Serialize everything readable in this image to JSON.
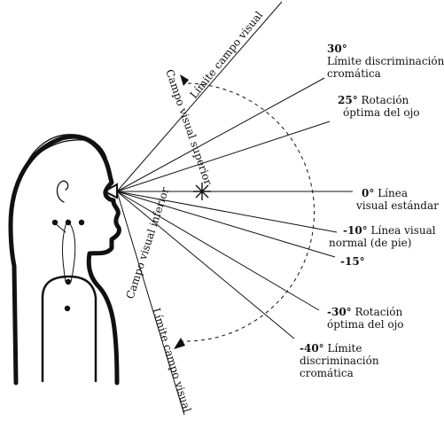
{
  "colors": {
    "ink": "#111111",
    "background": "#ffffff"
  },
  "angles": [
    {
      "value": "30°",
      "line1": "Límite discriminación",
      "line2": "cromática"
    },
    {
      "value": "25°",
      "line1": "Rotación",
      "line2": "óptima del ojo"
    },
    {
      "value": "0°",
      "line1": "Línea",
      "line2": "visual estándar"
    },
    {
      "value": "-10°",
      "line1": "Línea visual",
      "line2": "normal (de pie)"
    },
    {
      "value": "-15°"
    },
    {
      "value": "-30°",
      "line1": "Rotación",
      "line2": "óptima del ojo"
    },
    {
      "value": "-40°",
      "line1": "Límite",
      "line2": "discriminación",
      "line3": "cromática"
    }
  ],
  "rotated_labels": {
    "limite_superior": "Límite campo visual",
    "campo_superior": "Campo visual superior",
    "campo_inferior": "Campo visual inferior",
    "limite_inferior": "Límite campo visual"
  }
}
